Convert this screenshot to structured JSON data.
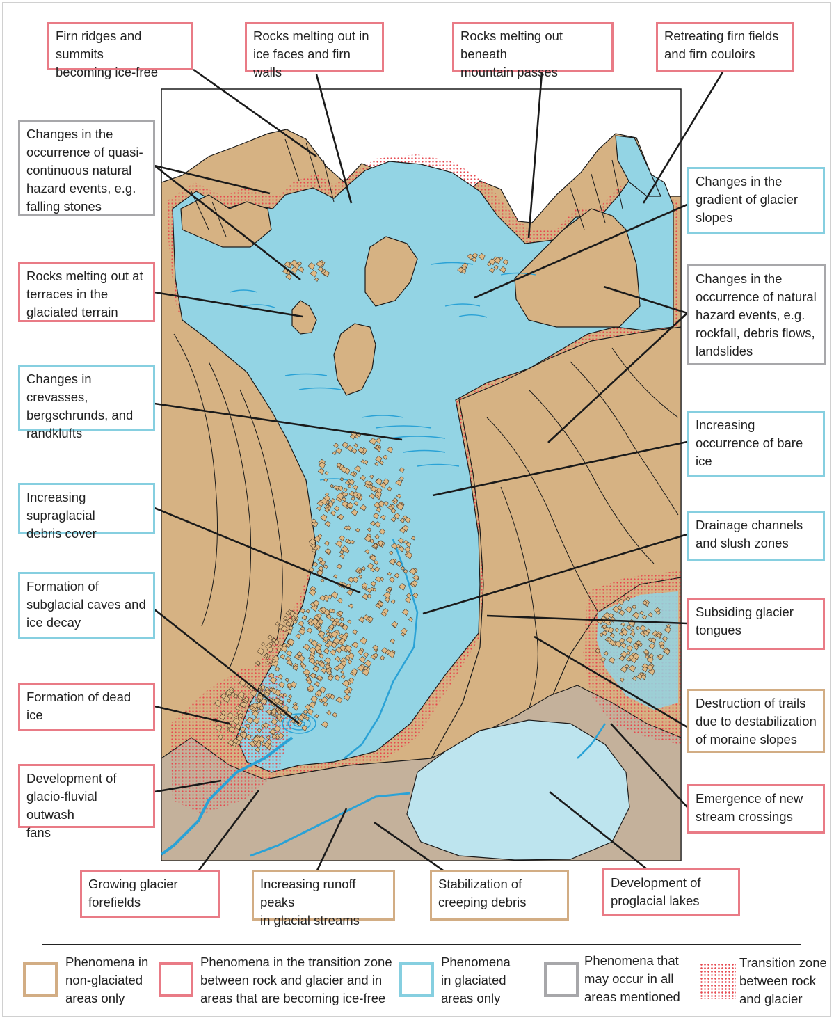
{
  "labels": [
    {
      "id": "firn-ridges",
      "text": "Firn ridges and summits\nbecoming ice-free",
      "category": "transition"
    },
    {
      "id": "rocks-ice-faces",
      "text": "Rocks melting out in\nice faces and firn walls",
      "category": "transition"
    },
    {
      "id": "rocks-passes",
      "text": "Rocks melting out beneath\nmountain passes",
      "category": "transition"
    },
    {
      "id": "retreating-firn",
      "text": "Retreating firn fields\nand firn couloirs",
      "category": "transition"
    },
    {
      "id": "quasi-continuous",
      "text": "Changes in the\noccurrence of quasi-\ncontinuous natural\nhazard events, e.g.\nfalling stones",
      "category": "all"
    },
    {
      "id": "gradient",
      "text": "Changes in the\ngradient of glacier\nslopes",
      "category": "glaciated"
    },
    {
      "id": "terraces",
      "text": "Rocks melting out at\nterraces in the\nglaciated terrain",
      "category": "transition"
    },
    {
      "id": "natural-hazard",
      "text": "Changes in the\noccurrence of natural\nhazard events, e.g.\nrockfall, debris flows,\nlandslides",
      "category": "all"
    },
    {
      "id": "crevasses",
      "text": "Changes in crevasses,\nbergschrunds, and\nrandklufts",
      "category": "glaciated"
    },
    {
      "id": "bare-ice",
      "text": "Increasing\noccurrence of bare\nice",
      "category": "glaciated"
    },
    {
      "id": "supraglacial",
      "text": "Increasing supraglacial\ndebris cover",
      "category": "glaciated"
    },
    {
      "id": "drainage",
      "text": "Drainage channels\nand slush zones",
      "category": "glaciated"
    },
    {
      "id": "subglacial-caves",
      "text": "Formation of\nsubglacial caves and\nice decay",
      "category": "glaciated"
    },
    {
      "id": "subsiding",
      "text": "Subsiding glacier\ntongues",
      "category": "transition"
    },
    {
      "id": "dead-ice",
      "text": "Formation of dead\nice",
      "category": "transition"
    },
    {
      "id": "trails",
      "text": "Destruction of trails\ndue to destabilization\nof moraine slopes",
      "category": "non_glaciated"
    },
    {
      "id": "outwash",
      "text": "Development of\nglacio-fluvial outwash\nfans",
      "category": "transition"
    },
    {
      "id": "stream-crossings",
      "text": "Emergence of new\nstream crossings",
      "category": "transition"
    },
    {
      "id": "forefields",
      "text": "Growing glacier\nforefields",
      "category": "transition"
    },
    {
      "id": "runoff",
      "text": "Increasing runoff peaks\nin glacial streams",
      "category": "non_glaciated"
    },
    {
      "id": "creeping",
      "text": "Stabilization of\ncreeping debris",
      "category": "non_glaciated"
    },
    {
      "id": "proglacial",
      "text": "Development of\nproglacial lakes",
      "category": "transition"
    }
  ],
  "legend": {
    "non_glaciated": "Phenomena in\nnon-glaciated\nareas only",
    "transition": "Phenomena in the transition zone\nbetween rock and glacier and in\nareas that are becoming ice-free",
    "glaciated": "Phenomena\nin glaciated\nareas only",
    "all": "Phenomena that\nmay occur in all\nareas mentioned",
    "dots": "Transition zone\nbetween rock\nand glacier"
  },
  "colors": {
    "non_glaciated": "#d2ad84",
    "transition": "#e97b86",
    "glaciated": "#86cfe0",
    "all": "#a7a7aa",
    "rock": "#d6b283",
    "ice": "#93d4e4",
    "lake": "#bde4ee",
    "forefield": "#c4b19b",
    "transition_dots": "#e6474e",
    "line": "#1a1a1a"
  }
}
